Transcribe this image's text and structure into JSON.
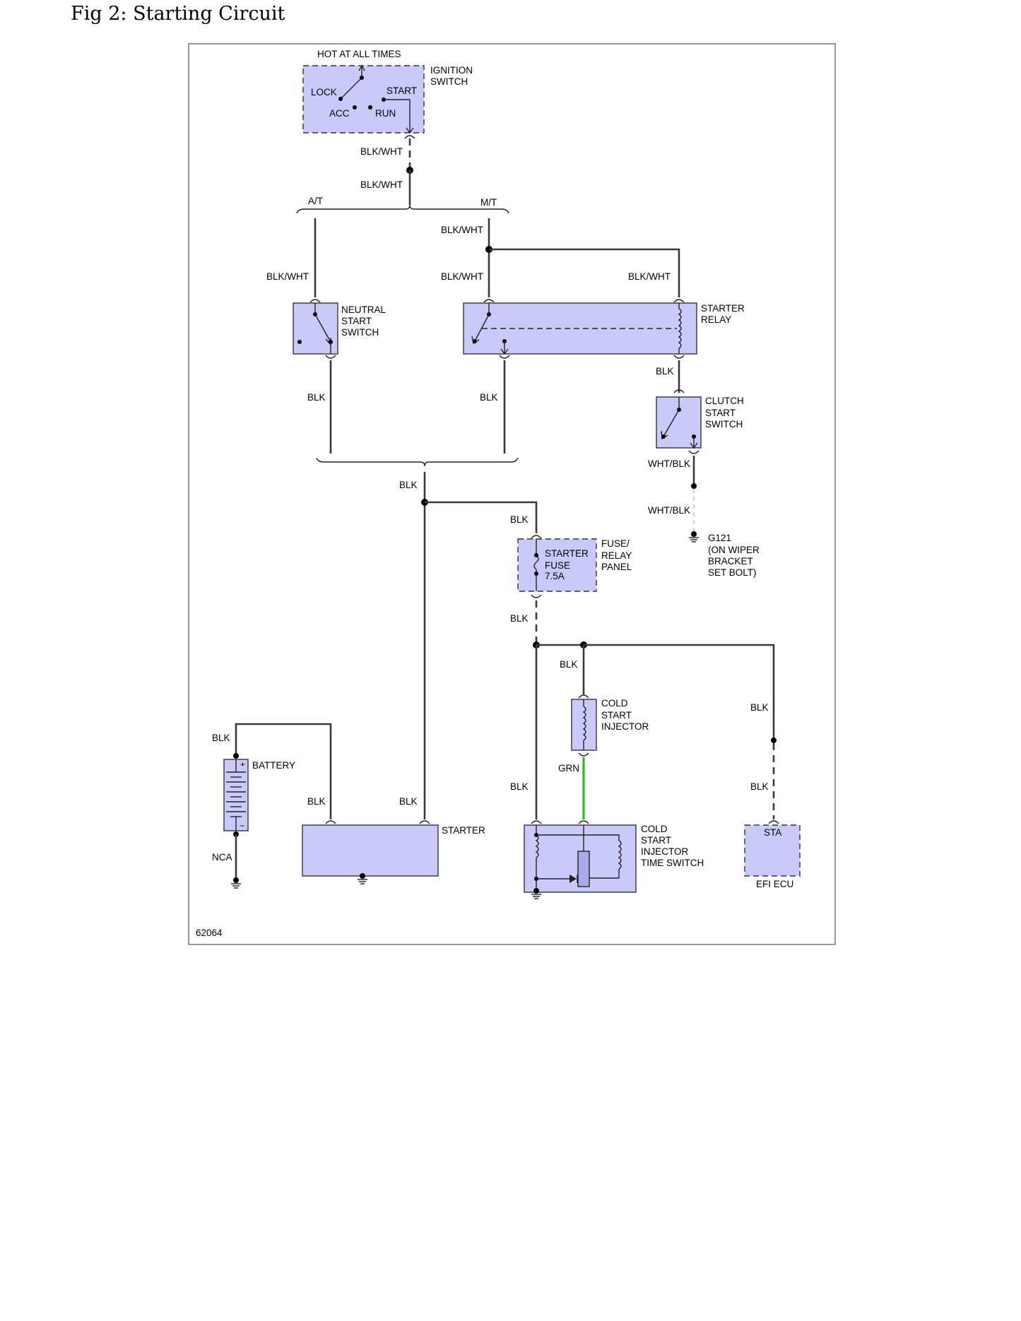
{
  "figure": {
    "title": "Fig 2: Starting Circuit",
    "diagram_id": "62064"
  },
  "components": {
    "ignition_switch": {
      "label_line1": "IGNITION",
      "label_line2": "SWITCH",
      "power_note": "HOT AT ALL TIMES",
      "positions": {
        "lock": "LOCK",
        "start": "START",
        "acc": "ACC",
        "run": "RUN"
      }
    },
    "neutral_start_switch": {
      "line1": "NEUTRAL",
      "line2": "START",
      "line3": "SWITCH"
    },
    "starter_relay": {
      "line1": "STARTER",
      "line2": "RELAY"
    },
    "clutch_start_switch": {
      "line1": "CLUTCH",
      "line2": "START",
      "line3": "SWITCH"
    },
    "ground_g121": {
      "line1": "G121",
      "line2": "(ON WIPER",
      "line3": "BRACKET",
      "line4": "SET BOLT)"
    },
    "fuse_relay_panel": {
      "line1": "FUSE/",
      "line2": "RELAY",
      "line3": "PANEL"
    },
    "starter_fuse": {
      "line1": "STARTER",
      "line2": "FUSE",
      "line3": "7.5A"
    },
    "cold_start_injector": {
      "line1": "COLD",
      "line2": "START",
      "line3": "INJECTOR"
    },
    "battery": {
      "label": "BATTERY",
      "plus": "+",
      "minus": "−",
      "ground_wire": "NCA"
    },
    "starter": {
      "label": "STARTER"
    },
    "cold_start_injector_time_switch": {
      "line1": "COLD",
      "line2": "START",
      "line3": "INJECTOR",
      "line4": "TIME SWITCH"
    },
    "efi_ecu": {
      "label": "EFI ECU",
      "terminal": "STA"
    }
  },
  "options": {
    "automatic": "A/T",
    "manual": "M/T"
  },
  "wire_colors": {
    "blk_wht": "BLK/WHT",
    "blk": "BLK",
    "wht_blk": "WHT/BLK",
    "grn": "GRN"
  },
  "colors": {
    "component_fill": "#c9c9fa",
    "wire": "#3a3a3a",
    "green_wire": "#2fb52f"
  }
}
